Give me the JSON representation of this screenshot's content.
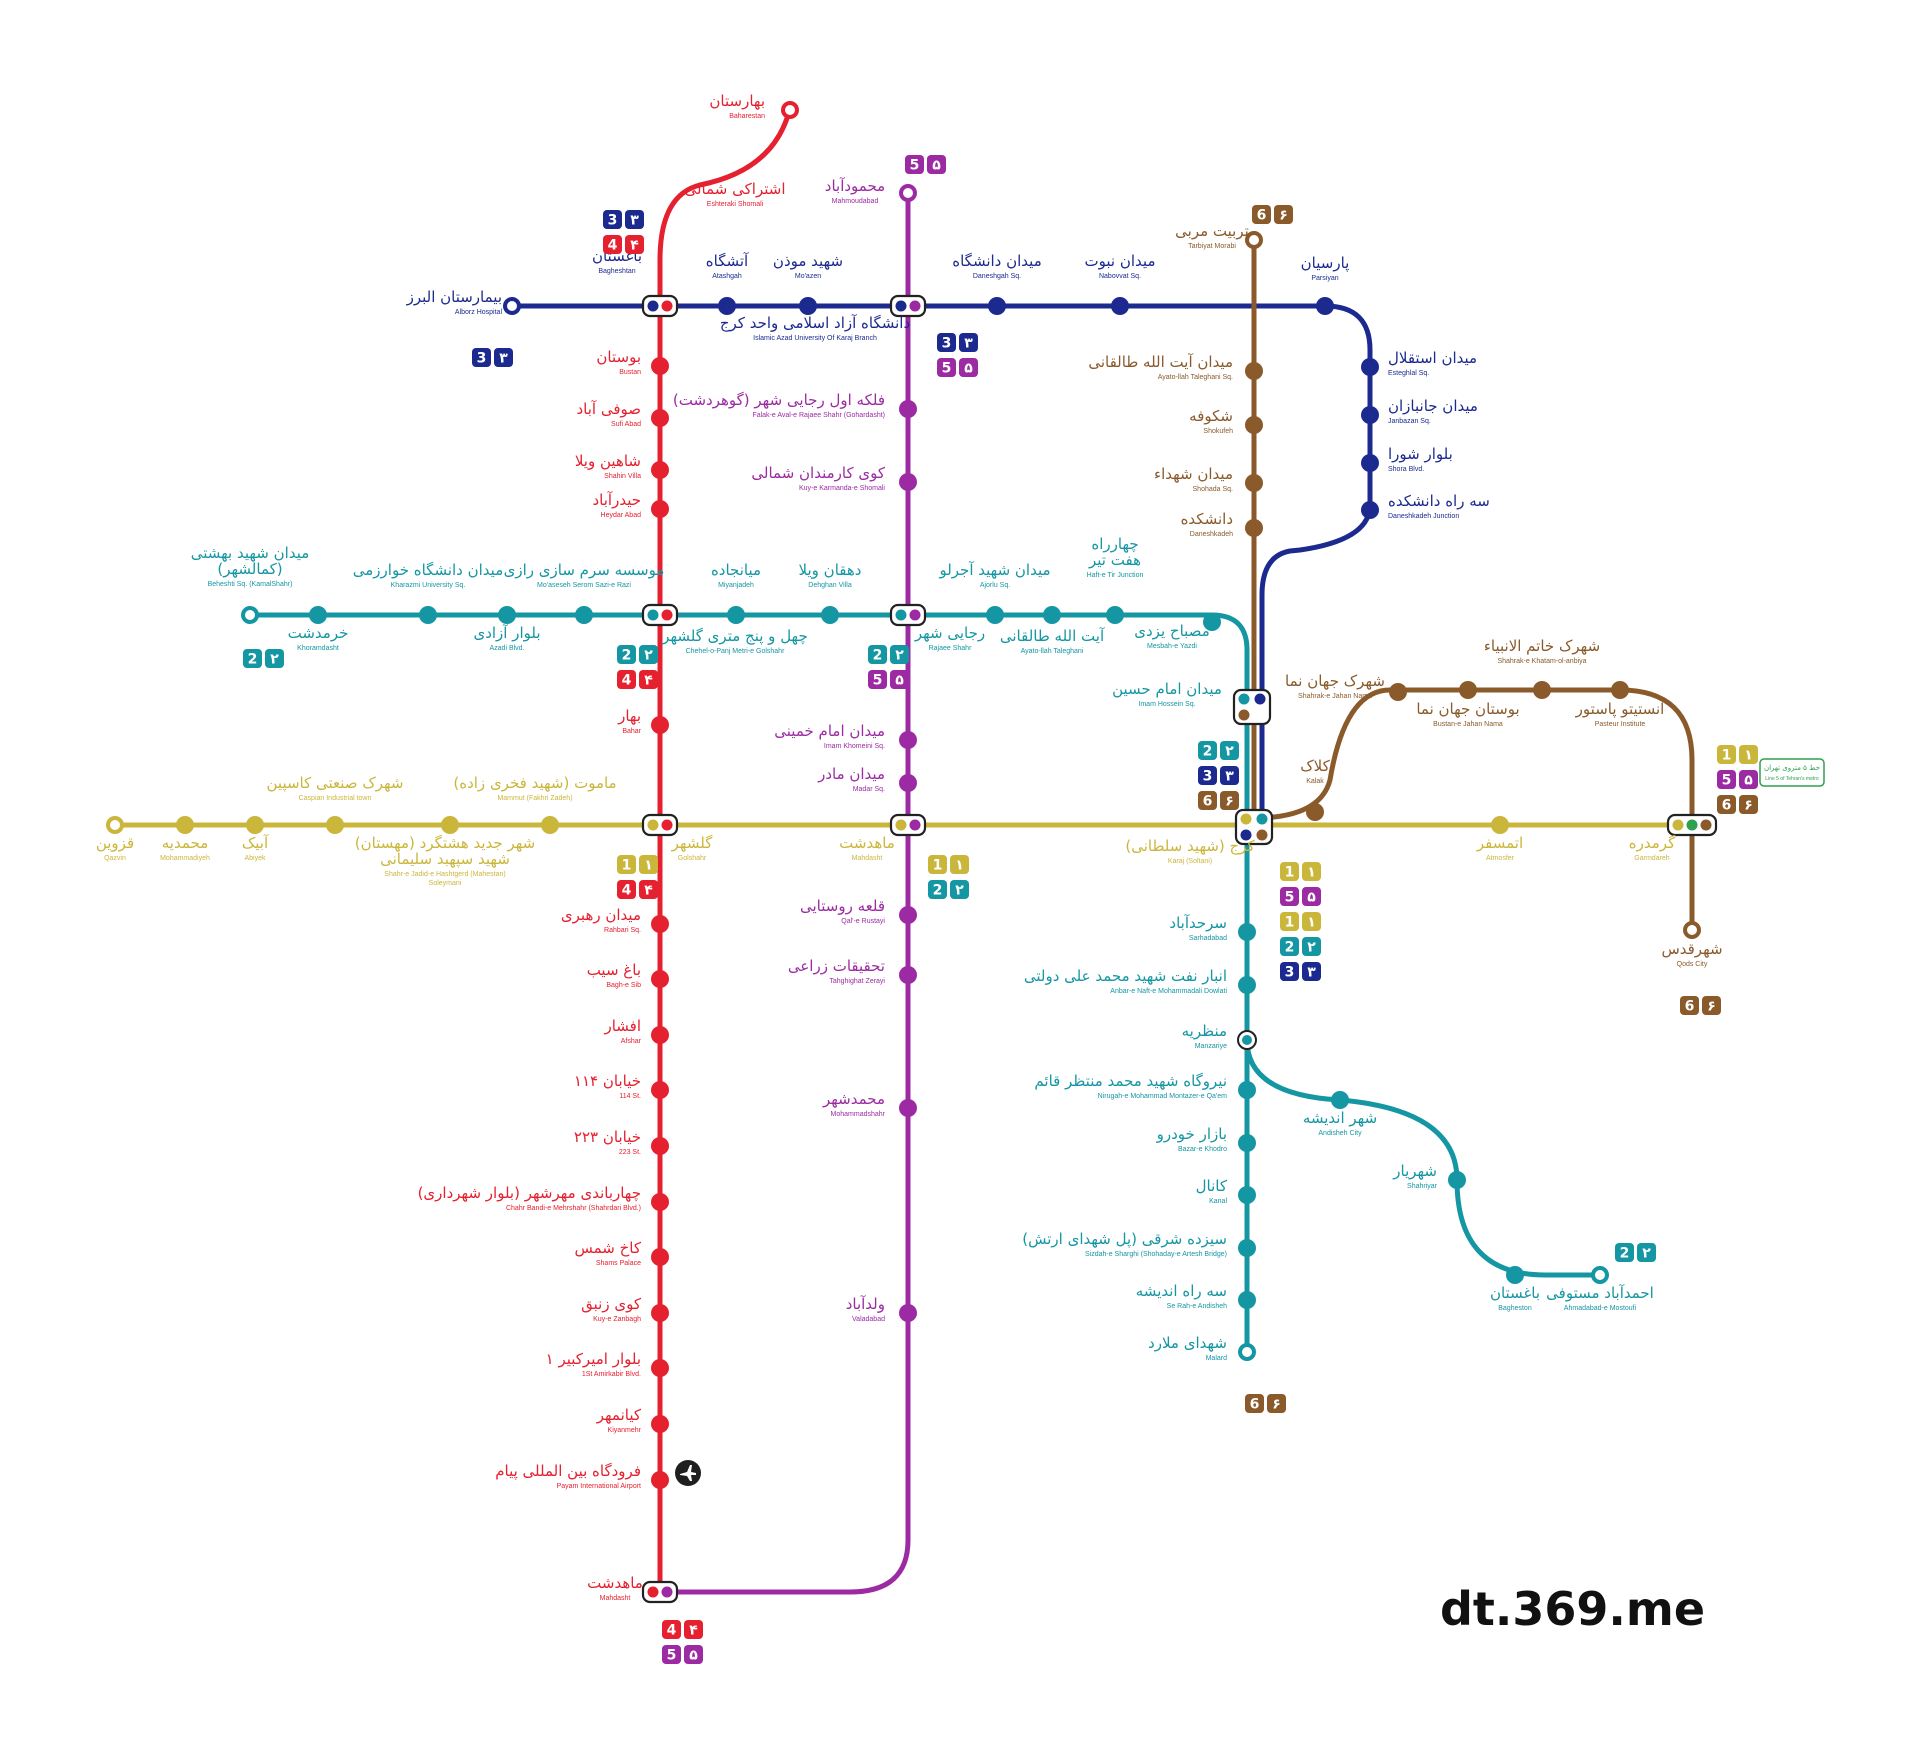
{
  "colors": {
    "l1": "#cbb63c",
    "l2": "#1596a3",
    "l3": "#1c2a8f",
    "l4": "#e5202f",
    "l5": "#9c2ba3",
    "l6": "#8a5a2b",
    "legend": "#2ea14f"
  },
  "brand": "dt.369.me",
  "legend": {
    "fa": "خط ۵ متروی تهران",
    "en": "Line 5 of Tehran's metro"
  },
  "airport_icon": "airplane-icon",
  "stations": [
    {
      "id": "baharestan",
      "fa": "بهارستان",
      "en": "Baharestan"
    },
    {
      "id": "eshteraki",
      "fa": "اشتراکی شمالی",
      "en": "Eshteraki Shomali"
    },
    {
      "id": "mahmoudabad",
      "fa": "محمودآباد",
      "en": "Mahmoudabad"
    },
    {
      "id": "tarbiyat",
      "fa": "تربیت مربی",
      "en": "Tarbiyat Morabi"
    },
    {
      "id": "bagheshtan",
      "fa": "باغستان",
      "en": "Bagheshtan"
    },
    {
      "id": "atashgah",
      "fa": "آتشگاه",
      "en": "Atashgah"
    },
    {
      "id": "moazen",
      "fa": "شهید موذن",
      "en": "Mo'azen"
    },
    {
      "id": "daneshgah",
      "fa": "میدان دانشگاه",
      "en": "Daneshgah Sq."
    },
    {
      "id": "nabovvat",
      "fa": "میدان نبوت",
      "en": "Nabovvat Sq."
    },
    {
      "id": "parsiyan",
      "fa": "پارسیان",
      "en": "Parsiyan"
    },
    {
      "id": "alborz",
      "fa": "بیمارستان البرز",
      "en": "Alborz Hospital"
    },
    {
      "id": "azad",
      "fa": "دانشگاه آزاد اسلامی واحد کرج",
      "en": "Islamic Azad University Of Karaj Branch"
    },
    {
      "id": "esteghlal",
      "fa": "میدان استقلال",
      "en": "Esteghlal Sq."
    },
    {
      "id": "janbazan",
      "fa": "میدان جانبازان",
      "en": "Janbazan Sq."
    },
    {
      "id": "shora",
      "fa": "بلوار شورا",
      "en": "Shora Blvd."
    },
    {
      "id": "seradaneshkadeh",
      "fa": "سه راه دانشکده",
      "en": "Daneshkadeh Junction"
    },
    {
      "id": "taleghani6",
      "fa": "میدان آیت الله طالقانی",
      "en": "Ayato-llah Taleghani Sq."
    },
    {
      "id": "shokufeh",
      "fa": "شکوفه",
      "en": "Shokufeh"
    },
    {
      "id": "shohada",
      "fa": "میدان شهداء",
      "en": "Shohada Sq."
    },
    {
      "id": "daneshkadeh",
      "fa": "دانشکده",
      "en": "Daneshkadeh"
    },
    {
      "id": "bustan",
      "fa": "بوستان",
      "en": "Bustan"
    },
    {
      "id": "sufiabad",
      "fa": "صوفی آباد",
      "en": "Sufi Abad"
    },
    {
      "id": "shahinvilla",
      "fa": "شاهین ویلا",
      "en": "Shahin Villa"
    },
    {
      "id": "heydarabad",
      "fa": "حیدرآباد",
      "en": "Heydar Abad"
    },
    {
      "id": "falake",
      "fa": "فلکه اول رجایی شهر (گوهردشت)",
      "en": "Falak-e Aval-e Rajaee Shahr (Gohardasht)"
    },
    {
      "id": "kuyekarmandan",
      "fa": "کوی کارمندان شمالی",
      "en": "Kuy-e Karmanda-e Shomali"
    },
    {
      "id": "beheshti",
      "fa": "میدان شهید بهشتی",
      "fa2": "(کمالشهر)",
      "en": "Beheshti Sq. (KamalShahr)"
    },
    {
      "id": "kharazmi",
      "fa": "میدان دانشگاه خوارزمی",
      "en": "Kharazmi University Sq."
    },
    {
      "id": "moaseseh",
      "fa": "موسسه سرم سازی رازی",
      "en": "Mo'aseseh Serom Sazi-e Razi"
    },
    {
      "id": "miyanjadeh",
      "fa": "میانجاده",
      "en": "Miyanjadeh"
    },
    {
      "id": "dehghanvilla",
      "fa": "دهقان ویلا",
      "en": "Dehghan Villa"
    },
    {
      "id": "ajorlu",
      "fa": "میدان شهید آجرلو",
      "en": "Ajorlu Sq."
    },
    {
      "id": "haftetir",
      "fa": "چهارراه",
      "fa2": "هفت تیر",
      "en": "Haft-e Tir Junction"
    },
    {
      "id": "khoramdasht",
      "fa": "خرمدشت",
      "en": "Khoramdasht"
    },
    {
      "id": "azadiblvd",
      "fa": "بلوار آزادی",
      "en": "Azadi Blvd."
    },
    {
      "id": "golshahr2",
      "fa": "چهل و پنج متری گلشهر",
      "en": "Chehel-o-Panj Metri-e Golshahr"
    },
    {
      "id": "rajaeeshahr",
      "fa": "رجایی شهر",
      "en": "Rajaee Shahr"
    },
    {
      "id": "taleghani2",
      "fa": "آیت الله طالقانی",
      "en": "Ayato-llah Taleghani"
    },
    {
      "id": "mesbah",
      "fa": "مصباح یزدی",
      "en": "Mesbah-e Yazdi"
    },
    {
      "id": "imamhossein",
      "fa": "میدان امام حسین",
      "en": "Imam Hossein Sq."
    },
    {
      "id": "jahannama",
      "fa": "شهرک جهان نما",
      "en": "Shahrak-e Jahan Nama"
    },
    {
      "id": "bustanjahan",
      "fa": "بوستان جهان نما",
      "en": "Bustan-e Jahan Nama"
    },
    {
      "id": "khatam",
      "fa": "شهرک خاتم الانبیاء",
      "en": "Shahrak-e Khatam-ol-anbiya"
    },
    {
      "id": "pasteur",
      "fa": "انستیتو پاستور",
      "en": "Pasteur Institute"
    },
    {
      "id": "bahar",
      "fa": "بهار",
      "en": "Bahar"
    },
    {
      "id": "imamkhomeini",
      "fa": "میدان امام خمینی",
      "en": "Imam Khomeini Sq."
    },
    {
      "id": "madar",
      "fa": "میدان مادر",
      "en": "Madar Sq."
    },
    {
      "id": "kalak",
      "fa": "کلاک",
      "en": "Kalak"
    },
    {
      "id": "qazvin",
      "fa": "قزوین",
      "en": "Qazvin"
    },
    {
      "id": "mohammadiyeh",
      "fa": "محمدیه",
      "en": "Mohammadiyeh"
    },
    {
      "id": "abyek",
      "fa": "آبیک",
      "en": "Abiyek"
    },
    {
      "id": "kaspian",
      "fa": "شهرک صنعتی کاسپین",
      "en": "Caspian Industrial town"
    },
    {
      "id": "mamut",
      "fa": "ماموت (شهید فخری زاده)",
      "en": "Mammut (Fakhri Zadeh)"
    },
    {
      "id": "hashtgerd",
      "fa": "شهر جدید هشتگرد (مهستان)",
      "fa2": "شهید سپهبد سلیمانی",
      "en": "Shahr-e Jadid-e Hashtgerd (Mahestan)",
      "en2": "Soleymani"
    },
    {
      "id": "golshahr",
      "fa": "گلشهر",
      "en": "Golshahr"
    },
    {
      "id": "mahdasht",
      "fa": "ماهدشت",
      "en": "Mahdasht"
    },
    {
      "id": "karaj",
      "fa": "کرج (شهید سلطانی)",
      "en": "Karaj (Soltani)"
    },
    {
      "id": "atmosfer",
      "fa": "اتمسفر",
      "en": "Atmosfer"
    },
    {
      "id": "garmdareh",
      "fa": "گرمدره",
      "en": "Garmdareh"
    },
    {
      "id": "shahreqods",
      "fa": "شهرقدس",
      "en": "Qods City"
    },
    {
      "id": "rahbari",
      "fa": "میدان رهبری",
      "en": "Rahbari Sq."
    },
    {
      "id": "baghesib",
      "fa": "باغ سیب",
      "en": "Bagh-e Sib"
    },
    {
      "id": "afshar",
      "fa": "افشار",
      "en": "Afshar"
    },
    {
      "id": "kh114",
      "fa": "خیابان ۱۱۴",
      "en": "114 St."
    },
    {
      "id": "kh223",
      "fa": "خیابان ۲۲۳",
      "en": "223 St."
    },
    {
      "id": "chaharbandi",
      "fa": "چهارباندی مهرشهر (بلوار شهرداری)",
      "en": "Chahr Bandi-e Mehrshahr (Shahrdari Blvd.)"
    },
    {
      "id": "kakhshams",
      "fa": "کاخ شمس",
      "en": "Shams Palace"
    },
    {
      "id": "kuyezanbagh",
      "fa": "کوی زنبق",
      "en": "Kuy-e Zanbagh"
    },
    {
      "id": "amirkabir",
      "fa": "بلوار امیرکبیر ۱",
      "en": "1St Amirkabir Blvd."
    },
    {
      "id": "kiyanmehr",
      "fa": "کیانمهر",
      "en": "Kiyanmehr"
    },
    {
      "id": "payam",
      "fa": "فرودگاه بین المللی پیام",
      "en": "Payam International Airport"
    },
    {
      "id": "mahdasht4",
      "fa": "ماهدشت",
      "en": "Mahdasht"
    },
    {
      "id": "qaleh",
      "fa": "قلعه روستایی",
      "en": "Qal'-e Rustayi"
    },
    {
      "id": "tahghighat",
      "fa": "تحقیقات زراعی",
      "en": "Tahghighat Zerayi"
    },
    {
      "id": "mohammadshahr",
      "fa": "محمدشهر",
      "en": "Mohammadshahr"
    },
    {
      "id": "valadabad",
      "fa": "ولدآباد",
      "en": "Valadabad"
    },
    {
      "id": "sarhadabad",
      "fa": "سرحدآباد",
      "en": "Sarhadabad"
    },
    {
      "id": "anbar",
      "fa": "انبار نفت شهید محمد علی دولتی",
      "en": "Anbar-e Naft-e Mohammadali Dowlati"
    },
    {
      "id": "manzariyeh",
      "fa": "منظریه",
      "en": "Manzariye"
    },
    {
      "id": "nirugah",
      "fa": "نیروگاه شهید محمد منتظر قائم",
      "en": "Nirugah-e Mohammad Montazer-e Qa'em"
    },
    {
      "id": "bazarkhodro",
      "fa": "بازار خودرو",
      "en": "Bazar-e Khodro"
    },
    {
      "id": "kanal",
      "fa": "کانال",
      "en": "Kanal"
    },
    {
      "id": "sizdah",
      "fa": "سیزده شرقی (پل شهدای ارتش)",
      "en": "Sizdah-e Sharghi (Shohaday-e Artesh Bridge)"
    },
    {
      "id": "serahandisheh",
      "fa": "سه راه اندیشه",
      "en": "Se Rah-e Andisheh"
    },
    {
      "id": "malard",
      "fa": "شهدای ملارد",
      "en": "Malard"
    },
    {
      "id": "shahrandisheh",
      "fa": "شهر اندیشه",
      "en": "Andisheh City"
    },
    {
      "id": "shahriyar",
      "fa": "شهریار",
      "en": "Shahriyar"
    },
    {
      "id": "bagheshtan2",
      "fa": "باغستان",
      "en": "Bagheston"
    },
    {
      "id": "mostoufi",
      "fa": "احمدآباد مستوفی",
      "en": "Ahmadabad-e Mostoufi"
    }
  ],
  "badges": [
    {
      "line": "3",
      "fa": "۳",
      "en": "3"
    },
    {
      "line": "4",
      "fa": "۴",
      "en": "4"
    },
    {
      "line": "5",
      "fa": "۵",
      "en": "5"
    },
    {
      "line": "6",
      "fa": "۶",
      "en": "6"
    },
    {
      "line": "3",
      "fa": "۳",
      "en": "3"
    },
    {
      "line": "3",
      "fa": "۳",
      "en": "3"
    },
    {
      "line": "5",
      "fa": "۵",
      "en": "5"
    },
    {
      "line": "2",
      "fa": "۲",
      "en": "2"
    },
    {
      "line": "2",
      "fa": "۲",
      "en": "2"
    },
    {
      "line": "4",
      "fa": "۴",
      "en": "4"
    },
    {
      "line": "2",
      "fa": "۲",
      "en": "2"
    },
    {
      "line": "5",
      "fa": "۵",
      "en": "5"
    },
    {
      "line": "2",
      "fa": "۲",
      "en": "2"
    },
    {
      "line": "3",
      "fa": "۳",
      "en": "3"
    },
    {
      "line": "6",
      "fa": "۶",
      "en": "6"
    },
    {
      "line": "1",
      "fa": "۱",
      "en": "1"
    },
    {
      "line": "5",
      "fa": "۵",
      "en": "5"
    },
    {
      "line": "6",
      "fa": "۶",
      "en": "6"
    },
    {
      "line": "1",
      "fa": "۱",
      "en": "1"
    },
    {
      "line": "1",
      "fa": "۱",
      "en": "1"
    },
    {
      "line": "4",
      "fa": "۴",
      "en": "4"
    },
    {
      "line": "1",
      "fa": "۱",
      "en": "1"
    },
    {
      "line": "5",
      "fa": "۵",
      "en": "5"
    },
    {
      "line": "1",
      "fa": "۱",
      "en": "1"
    },
    {
      "line": "2",
      "fa": "۲",
      "en": "2"
    },
    {
      "line": "3",
      "fa": "۳",
      "en": "3"
    },
    {
      "line": "6",
      "fa": "۶",
      "en": "6"
    },
    {
      "line": "6",
      "fa": "۶",
      "en": "6"
    },
    {
      "line": "2",
      "fa": "۲",
      "en": "2"
    },
    {
      "line": "4",
      "fa": "۴",
      "en": "4"
    },
    {
      "line": "5",
      "fa": "۵",
      "en": "5"
    },
    {
      "line": "2",
      "fa": "۲",
      "en": "2"
    }
  ]
}
